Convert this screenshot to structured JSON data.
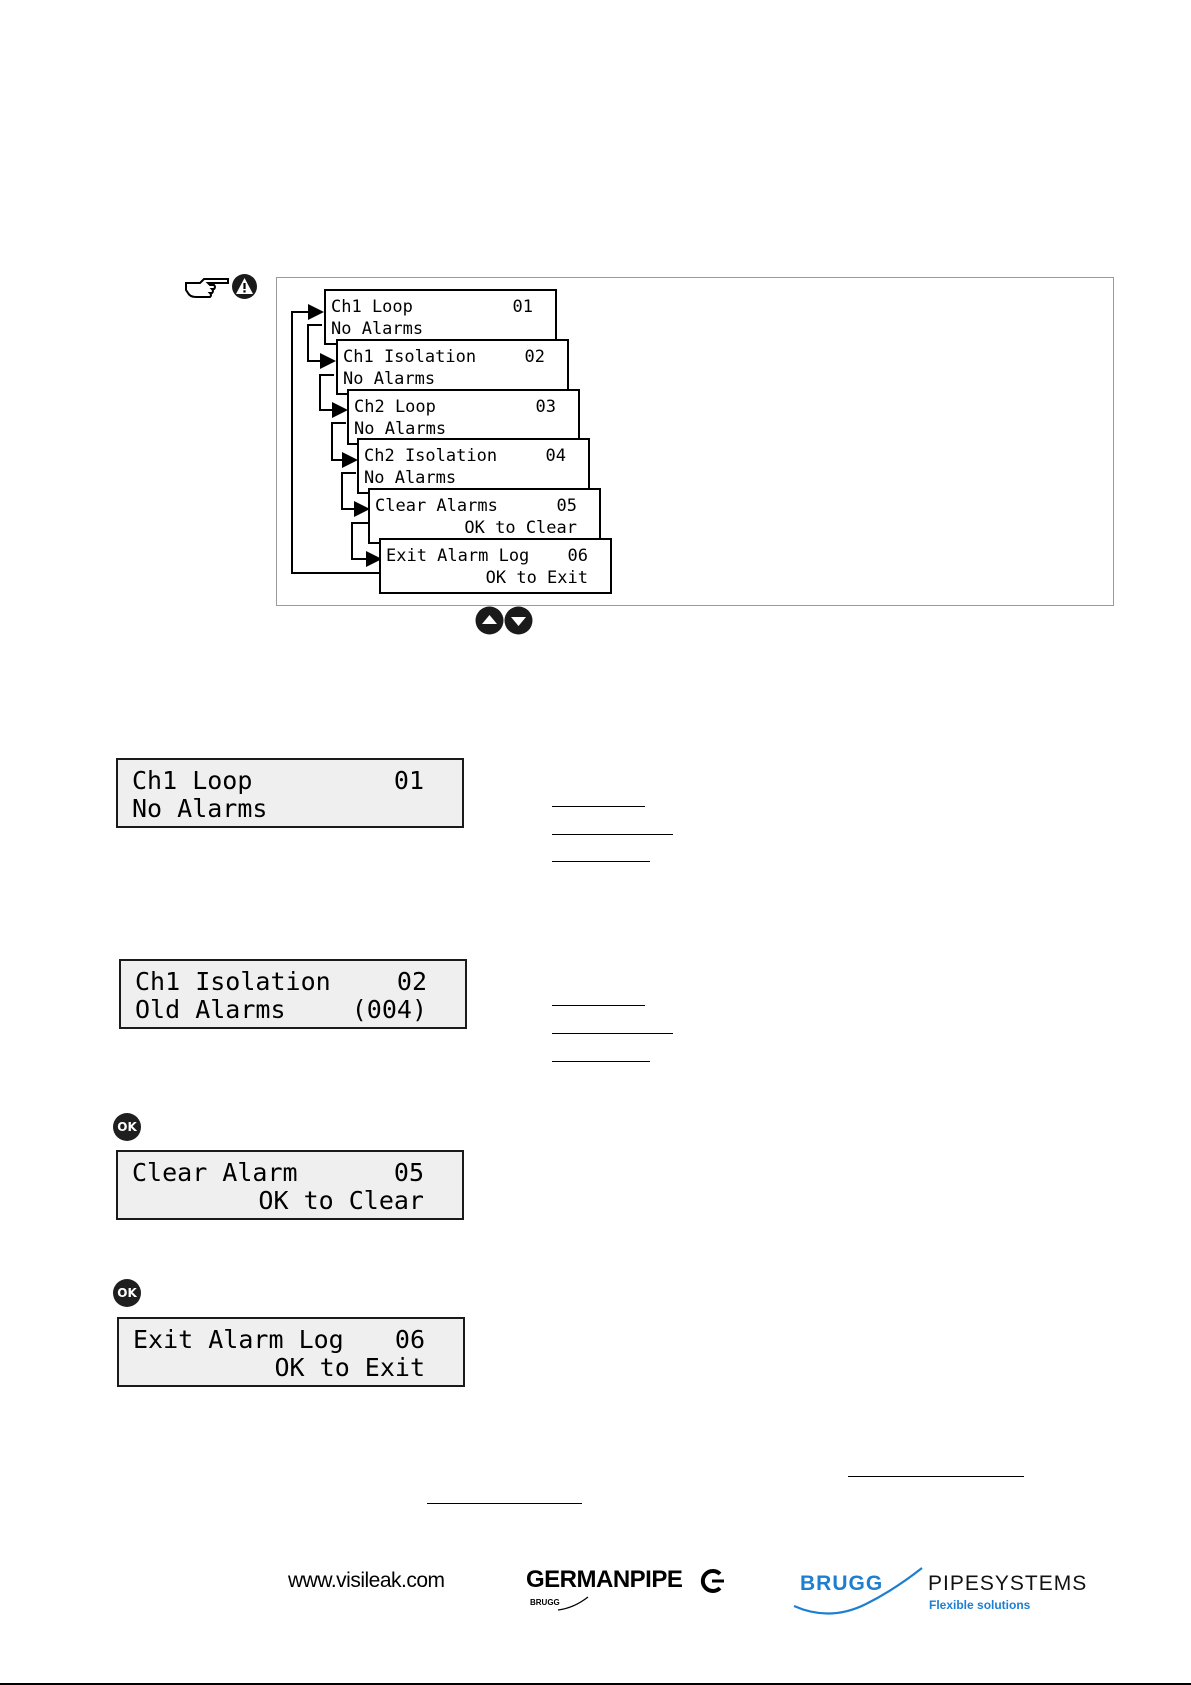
{
  "diagram": {
    "cards": [
      {
        "title": "Ch1 Loop",
        "num": "01",
        "line2": "No Alarms",
        "align2": "left"
      },
      {
        "title": "Ch1 Isolation",
        "num": "02",
        "line2": "No Alarms",
        "align2": "left"
      },
      {
        "title": "Ch2 Loop",
        "num": "03",
        "line2": "No Alarms",
        "align2": "left"
      },
      {
        "title": "Ch2 Isolation",
        "num": "04",
        "line2": "No Alarms",
        "align2": "left"
      },
      {
        "title": "Clear Alarms",
        "num": "05",
        "line2": "OK to Clear",
        "align2": "right"
      },
      {
        "title": "Exit Alarm Log",
        "num": "06",
        "line2": "OK to Exit",
        "align2": "right"
      }
    ],
    "note_icons": [
      "hand-pointer-icon",
      "warning-icon"
    ],
    "nav_icons": [
      "up-arrow-icon",
      "down-arrow-icon"
    ]
  },
  "displays": {
    "d1": {
      "title": "Ch1 Loop",
      "num": "01",
      "line2": "No Alarms",
      "line2_right": ""
    },
    "d2": {
      "title": "Ch1 Isolation",
      "num": "02",
      "line2": "Old Alarms",
      "line2_right": "(004)"
    },
    "d3": {
      "title": "Clear Alarm",
      "num": "05",
      "line2": "",
      "line2_right": "OK to Clear"
    },
    "d4": {
      "title": "Exit Alarm Log",
      "num": "06",
      "line2": "",
      "line2_right": "OK to Exit"
    }
  },
  "ok_label": "OK",
  "footer": {
    "website": "www.visileak.com",
    "germanpipe": "GERMANPIPE",
    "germanpipe_sub": "BRUGG",
    "brugg": "BRUGG",
    "pipesystems": "PIPESYSTEMS",
    "tagline": "Flexible solutions"
  },
  "colors": {
    "brugg_blue": "#1e7fd0",
    "lcd_bg": "#efefef"
  }
}
